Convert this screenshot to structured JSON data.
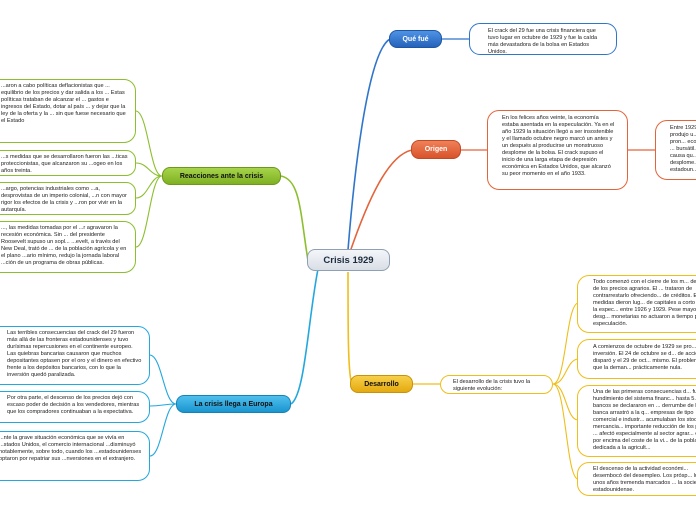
{
  "central": {
    "title": "Crisis 1929"
  },
  "colors": {
    "blue": "#2f75cc",
    "orange": "#e3643a",
    "yellow": "#f0bd1a",
    "green": "#8cbf2e",
    "cyan": "#22a7df",
    "ink": "#1a1a1a"
  },
  "branches": {
    "que_fue": {
      "label": "Qué fué",
      "text": "El crack del 29 fue una crisis financiera que tuvo lugar en octubre de 1929 y fue la caída más devastadora de la bolsa en Estados Unidos."
    },
    "origen": {
      "label": "Origen",
      "text": "En los felices años veinte, la economía estaba asentada en la especulación. Ya en el año 1929 la situación llegó a ser insostenible y el llamado octubre negro marcó un antes y un después al producirse un monstruoso desplome de la bolsa. El crack supuso el inicio de una larga etapa de depresión económica en Estados Unidos, que alcanzó su peor momento en el año 1933.",
      "partial": "Entre 1929 y ... produjo u... más pron... economía ... bursátil. ... causa qu... desplome... estadoun..."
    },
    "desarrollo": {
      "label": "Desarrollo",
      "text": "El desarrollo de la crisis tuvo la siguiente evolución:",
      "details": [
        "Todo comenzó con el cierre de los m... descenso de los precios agrarios. El ... trataron de contrarrestarlo ofreciendo... de créditos. Estas medidas dieron lug... de capitales a corto plazo y la espec... entre 1926 y 1929. Pese mayor desg... monetarias no actuaron a tiempo par... especulación.",
        "A comienzos de octubre de 1929 se pro... de la inversión. El 24 de octubre se d... de acciones se disparó y el 29 de oct... mismo. El problema era que la deman... prácticamente nula.",
        "Una de las primeras consecuencias d... fue el hundimiento del sistema financ... hasta 5.096 bancos se declararon en ... derrumbe de la banca arrastró a la q... empresas de tipo comercial e industr... acumulaban los stocks de mercancia... importante reducción de los precios. ... afectó especialmente al sector agrar... cayeron por encima del coste de la vi... de la población dedicada a la agricult...",
        "El descenso de la actividad económi... desembocó del desempleo. Los prósp... lugar a unos años tremenda marcados ... la sociedad estadounidense."
      ]
    },
    "reacciones": {
      "label": "Reacciones ante la crisis",
      "details": [
        "...aron a cabo políticas deflacionistas que ... equilibrio de los precios y dar salida a los ... Estas políticas trataban de alcanzar el ... gastos e ingresos del Estado, dotar al país ... y dejar que la ley de la oferta y la ... sin que fuese necesario que el Estado",
        "...s medidas que se desarrollaron fueron las ...ticas proteccionistas, que alcanzaron su ...ogeo en los años treinta.",
        "...argo, potencias industriales como ...a, desprovistas de un imperio colonial, ...n con mayor rigor los efectos de la crisis y ...ron por vivir en la autarquía.",
        "..., las medidas tomadas por el ...r agravaron la recesión económica. Sin ... del presidente Roosevelt supuso un sopl... ...evelt, a través del New Deal, trató de ... de la población agrícola y en el plano ...ario mínimo, redujo la jornada laboral ...ción de un programa de obras públicas."
      ]
    },
    "europa": {
      "label": "La crisis llega a Europa",
      "details": [
        "Las terribles consecuencias del crack del 29 fueron más allá de las fronteras estadounidenses y tuvo durísimas repercusiones en el continente europeo. Las quiebras bancarias causaron que muchos depositantes optasen por el oro y el dinero en efectivo frente a los depósitos bancarios, con lo que la inversión quedó paralizada.",
        "Por otra parte, el descenso de los precios dejó con escaso poder de decisión a los vendedores, mientras que los compradores continuaban a la expectativa.",
        "...nte la grave situación económica que se vivía en ...stados Unidos, el comercio internacional ...disminuyó notablemente, sobre todo, cuando los ...estadounidenses optaron por repatriar sus ...nversiones en el extranjero."
      ]
    }
  }
}
